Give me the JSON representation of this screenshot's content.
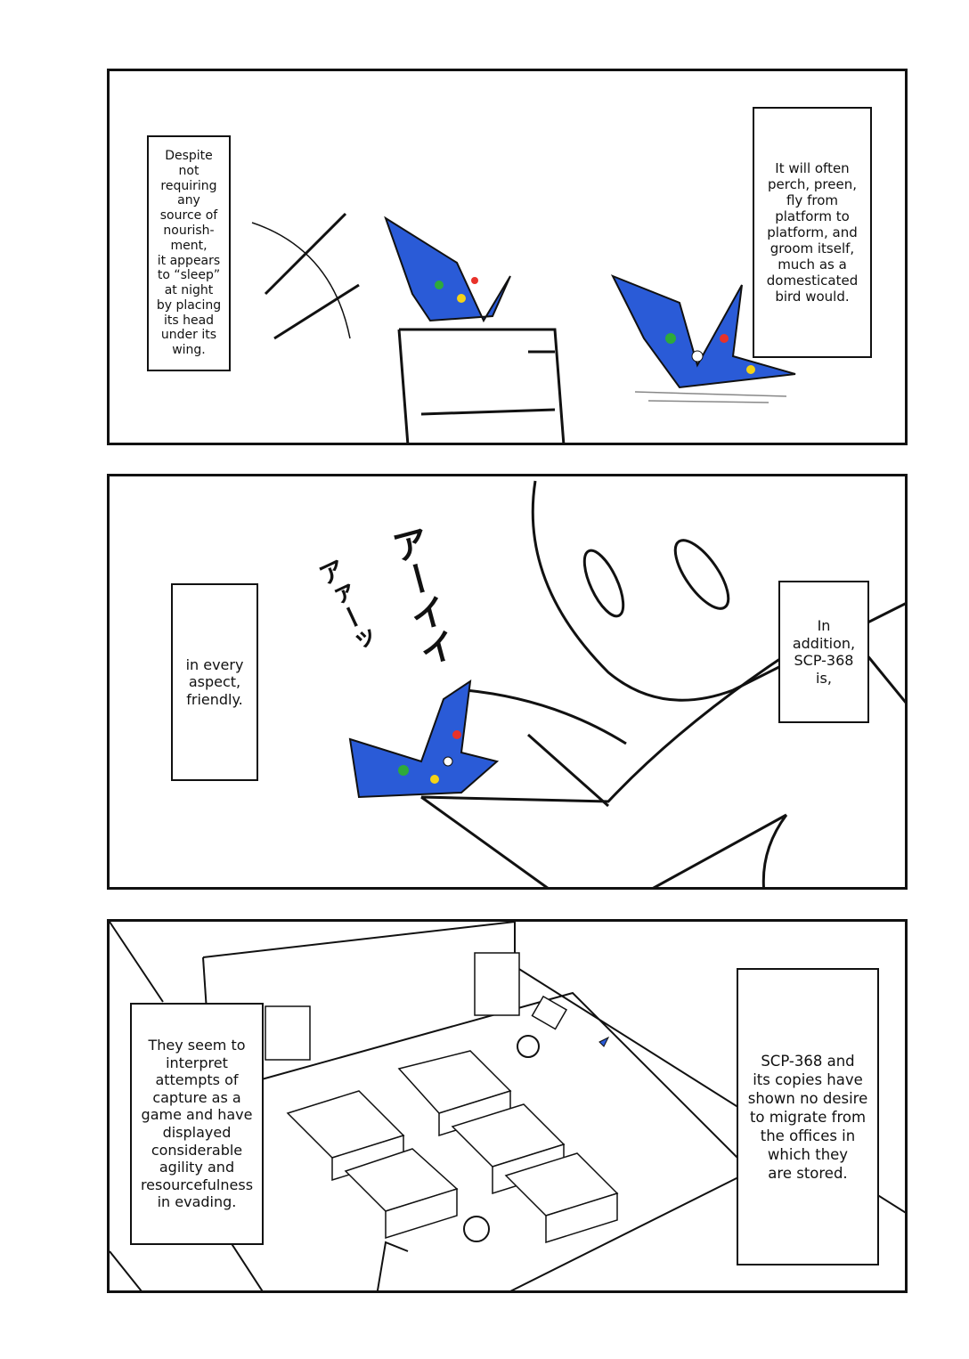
{
  "panels": [
    {
      "captions": [
        "Despite\nnot\nrequiring\nany\nsource of\nnourish-\nment,\nit appears\nto “sleep”\nat night\nby placing\nits head\nunder its\nwing.",
        "It will often\nperch, preen,\nfly from\nplatform to\nplatform, and\ngroom itself,\nmuch as a\ndomesticated\nbird would."
      ]
    },
    {
      "captions": [
        "in every\naspect,\nfriendly.",
        "In\naddition,\nSCP-368\nis,"
      ],
      "sfx": [
        "アーイイ",
        "アァーッ"
      ]
    },
    {
      "captions": [
        "They seem to\ninterpret\nattempts of\ncapture as a\ngame and have\ndisplayed\nconsiderable\nagility and\nresourcefulness\nin evading.",
        "SCP-368 and\nits copies have\nshown no desire\nto migrate from\nthe offices in\nwhich they\nare stored."
      ]
    }
  ],
  "colors": {
    "crane_blue": "#2a5bd7",
    "crane_green": "#2eaa3a",
    "crane_red": "#e8322a",
    "crane_yellow": "#f5d316"
  }
}
